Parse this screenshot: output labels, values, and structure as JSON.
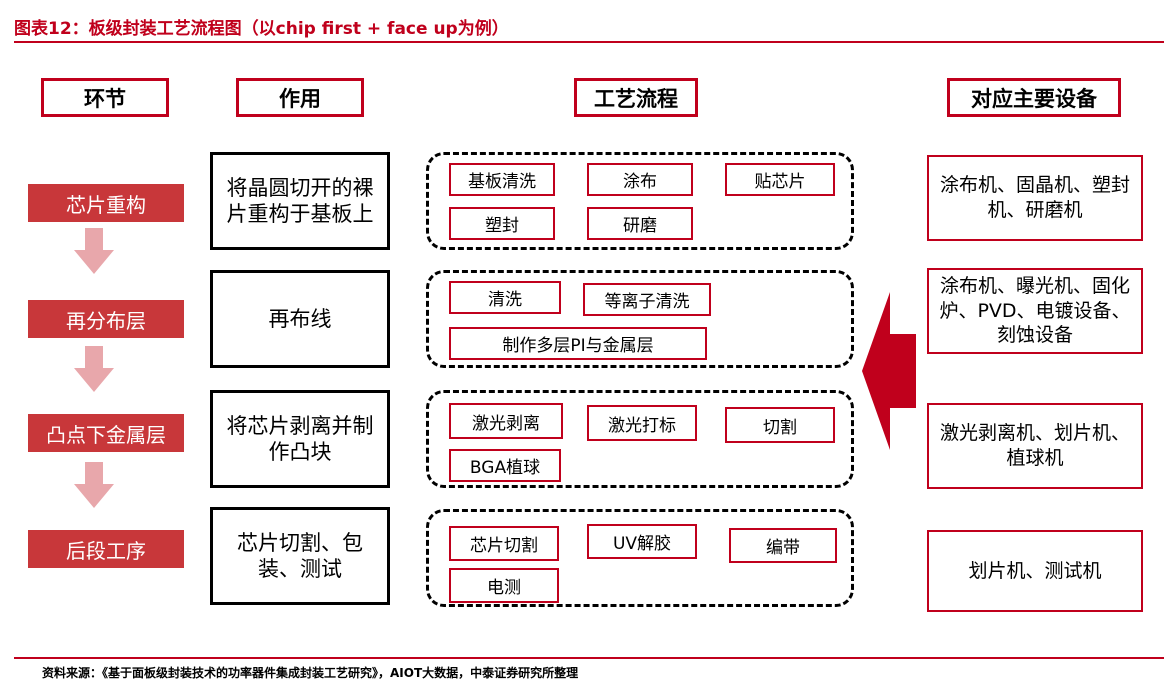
{
  "title": "图表12：板级封装工艺流程图（以chip first + face up为例）",
  "headers": {
    "stage": "环节",
    "role": "作用",
    "process": "工艺流程",
    "equipment": "对应主要设备"
  },
  "rows": [
    {
      "stage": "芯片重构",
      "role": "将晶圆切开的裸片重构于基板上",
      "steps": [
        "基板清洗",
        "涂布",
        "贴芯片",
        "塑封",
        "研磨"
      ],
      "equipment": "涂布机、固晶机、塑封机、研磨机"
    },
    {
      "stage": "再分布层",
      "role": "再布线",
      "steps": [
        "清洗",
        "等离子清洗",
        "制作多层PI与金属层"
      ],
      "equipment": "涂布机、曝光机、固化炉、PVD、电镀设备、刻蚀设备"
    },
    {
      "stage": "凸点下金属层",
      "role": "将芯片剥离并制作凸块",
      "steps": [
        "激光剥离",
        "激光打标",
        "切割",
        "BGA植球"
      ],
      "equipment": "激光剥离机、划片机、植球机"
    },
    {
      "stage": "后段工序",
      "role": "芯片切割、包装、测试",
      "steps": [
        "芯片切割",
        "UV解胶",
        "编带",
        "电测"
      ],
      "equipment": "划片机、测试机"
    }
  ],
  "colors": {
    "accent": "#c0001c",
    "stage_fill": "#c8373a",
    "arrow_light": "#e8a7ab"
  },
  "footer": "资料来源：《基于面板级封装技术的功率器件集成封装工艺研究》，AIOT大数据，中泰证券研究所整理"
}
